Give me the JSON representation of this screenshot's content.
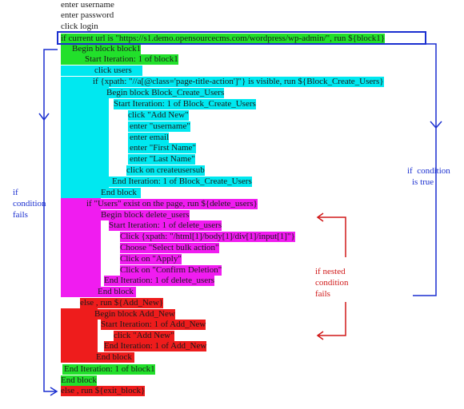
{
  "pre_steps": [
    "enter username",
    "enter password",
    "click login"
  ],
  "outer_block": {
    "condition": "if current url is \"https://s1.demo.opensourcecms.com/wordpress/wp-admin/\", run ${block1}",
    "begin": "Begin block block1",
    "iteration_start": "Start Iteration: 1 of block1",
    "iteration_end": "End Iteration: 1 of block1",
    "end": "End block",
    "else": "else , run ${exit_block}"
  },
  "cyan_section": {
    "click_users": "click users",
    "condition": "if {xpath: \"//a[@class='page-title-action']\"} is visible, run ${Block_Create_Users}",
    "begin": "Begin block Block_Create_Users",
    "iteration_start": "Start Iteration: 1 of Block_Create_Users",
    "steps": [
      "click \"Add New\"",
      "enter \"username\"",
      "enter email",
      "enter \"First Name\"",
      "enter \"Last Name\"",
      "click on createusersub"
    ],
    "iteration_end": "End Iteration: 1 of Block_Create_Users",
    "end": "End block"
  },
  "magenta_section": {
    "condition": "if \"Users\" exist on the page, run ${delete_users}",
    "begin": "Begin block delete_users",
    "iteration_start": "Start Iteration: 1 of delete_users",
    "steps": [
      "Click {xpath: \"/html[1]/body[1]/div[1]/input[1]\"}",
      "Choose \"Select bulk action\"",
      "Click on \"Apply\"",
      "Click on \"Confirm Deletion\""
    ],
    "iteration_end": "End Iteration: 1 of delete_users",
    "end": "End block"
  },
  "red_section": {
    "else": "else , run ${Add_New}",
    "begin": "Begin block Add_New",
    "iteration_start": "Start Iteration: 1 of Add_New",
    "steps": [
      "click \"Add New\""
    ],
    "iteration_end": "End Iteration: 1 of Add_New",
    "end": "End block"
  },
  "annotations": {
    "if_condition_fails": [
      "if",
      "condition",
      "fails"
    ],
    "if_condition_is_true": [
      "if  condition",
      "is true"
    ],
    "if_nested_condition_fails": [
      "if nested",
      "condition",
      "fails"
    ]
  },
  "colors": {
    "green": "#22e02b",
    "cyan": "#00e8f0",
    "magenta": "#f01cf0",
    "red": "#ee1c1c",
    "blue_annotation": "#1a2fd0",
    "red_annotation": "#d01818"
  }
}
